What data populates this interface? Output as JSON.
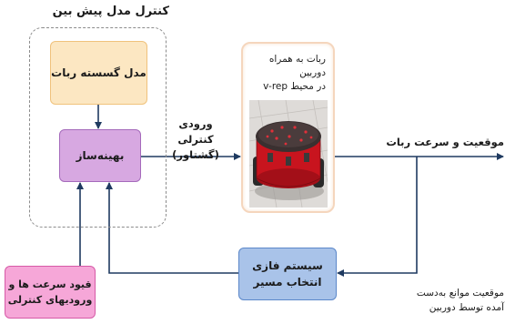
{
  "title": "کنترل مدل پیش بین",
  "blocks": {
    "discrete_model": "مدل گسسته ربات",
    "optimizer": "بهینه‌ساز",
    "robot": {
      "line1": "ربات به همراه دوربین",
      "line2": "در محیط v-rep"
    },
    "fuzzy": {
      "line1": "سیستم فازی",
      "line2": "انتخاب مسیر"
    },
    "constraints": {
      "line1": "قیود سرعت ها و",
      "line2": "ورودیهای کنترلی"
    }
  },
  "labels": {
    "control_input": {
      "line1": "ورودی کنترلی",
      "line2": "(گشتاور)"
    },
    "position_speed": "موقعیت و سرعت ربات",
    "obstacles": {
      "line1": "موقعیت موانع به‌دست",
      "line2": "آمده توسط دوربین"
    }
  },
  "colors": {
    "model_fill": "#fce7c2",
    "optimizer_fill": "#d7a8e1",
    "fuzzy_fill": "#a9c3e9",
    "constraints_fill": "#f6a7d8",
    "arrow": "#1f3a60",
    "robot_body": "#c8141e"
  }
}
